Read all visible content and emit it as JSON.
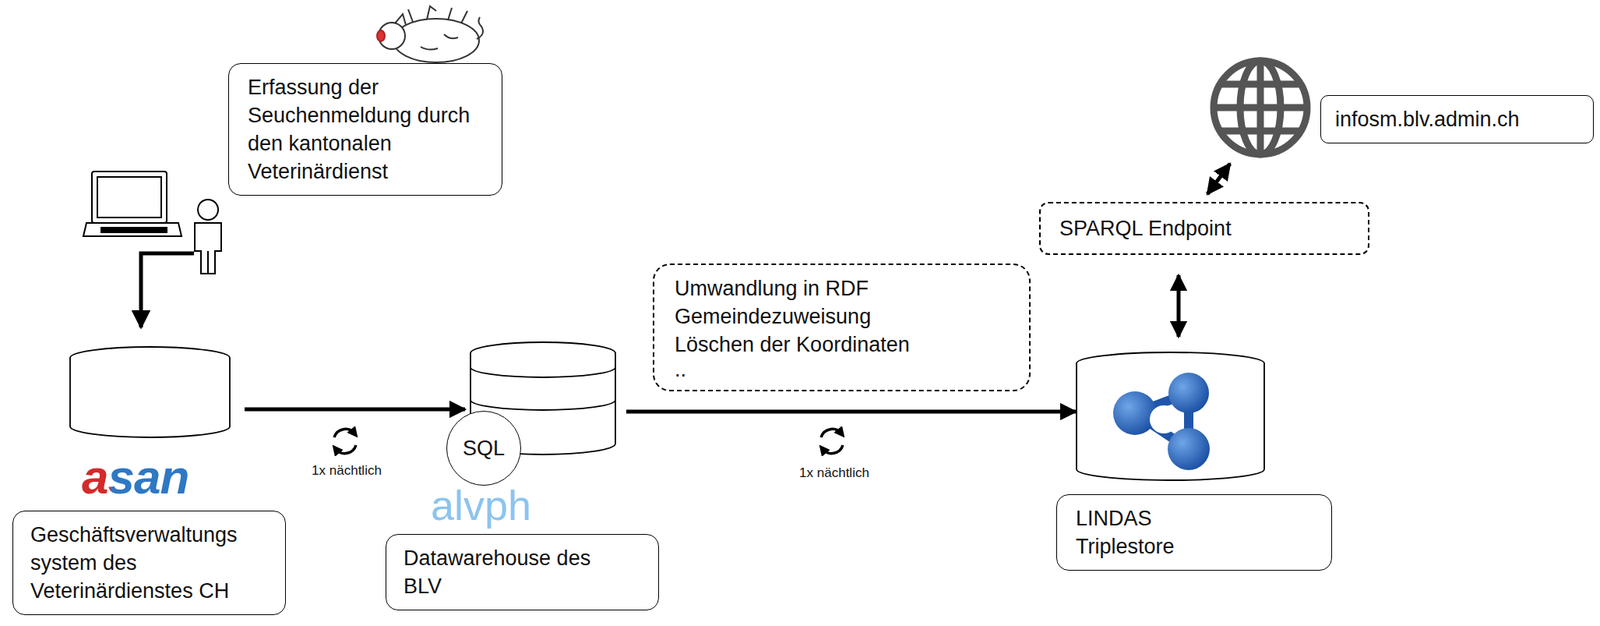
{
  "diagram": {
    "nodes": [
      {
        "text": [
          "Erfassung der Seuchenmeldung durch den kantonalen Veterinärdienst"
        ]
      },
      {
        "text": [
          "infosm.blv.admin.ch"
        ]
      },
      {
        "text": [
          "SPARQL Endpoint"
        ]
      },
      {
        "text": [
          "asan",
          "Geschäftsverwaltungs system des Veterinärdienstes CH"
        ]
      },
      {
        "text": [
          "Umwandlung in RDF",
          "Gemeindezuweisung",
          "Löschen der Koordinaten",
          ".."
        ]
      },
      {
        "text": [
          "SQL",
          "alvph",
          "Datawarehouse des BLV"
        ]
      },
      {
        "text": [
          "LINDAS Triplestore"
        ]
      }
    ],
    "edges": [
      {
        "from": 3,
        "to": 5,
        "arrow": "to",
        "label": "1x nächtlich"
      },
      {
        "from": 5,
        "to": 6,
        "arrow": "to",
        "label": "1x nächtlich"
      },
      {
        "from": 6,
        "to": 2,
        "arrow": "both"
      },
      {
        "from": 2,
        "to": 1,
        "arrow": "both"
      }
    ]
  }
}
